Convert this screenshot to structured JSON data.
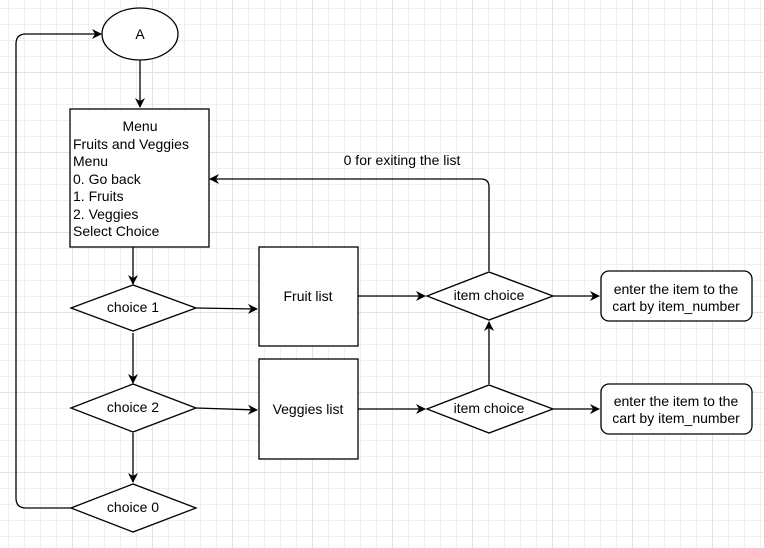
{
  "diagram": {
    "start_node": "A",
    "menu_lines": [
      "Menu",
      "Fruits and Veggies",
      "Menu",
      "0. Go back",
      "1. Fruits",
      "2. Veggies",
      "Select Choice"
    ],
    "decisions": {
      "choice_1": "choice 1",
      "choice_2": "choice 2",
      "choice_0": "choice 0",
      "item_choice_fruit": "item choice",
      "item_choice_veggies": "item choice"
    },
    "processes": {
      "fruit_list": "Fruit list",
      "veggies_list": "Veggies list"
    },
    "outputs": {
      "fruit_cart": [
        "enter the item to the",
        "cart by item_number"
      ],
      "veggies_cart": [
        "enter the item to the",
        "cart by item_number"
      ]
    },
    "edge_labels": {
      "exit_list": "0 for exiting the list"
    }
  }
}
